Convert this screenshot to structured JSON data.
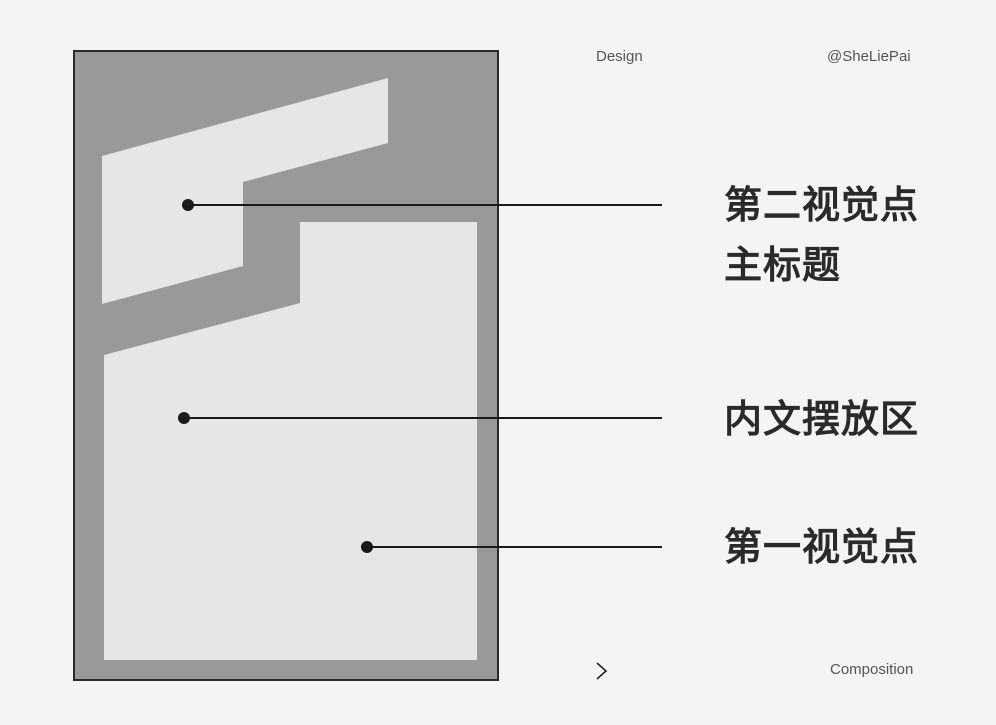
{
  "header": {
    "left": "Design",
    "right": "@SheLiePai"
  },
  "footer": {
    "arrow_icon": "chevron-right-icon",
    "label": "Composition"
  },
  "labels": {
    "secondary_focus": "第二视觉点",
    "main_title": "主标题",
    "body_area": "内文摆放区",
    "primary_focus": "第一视觉点"
  },
  "colors": {
    "background": "#f4f4f4",
    "frame": "#999999",
    "block": "#e6e6e6",
    "line": "#1a1a1a"
  }
}
